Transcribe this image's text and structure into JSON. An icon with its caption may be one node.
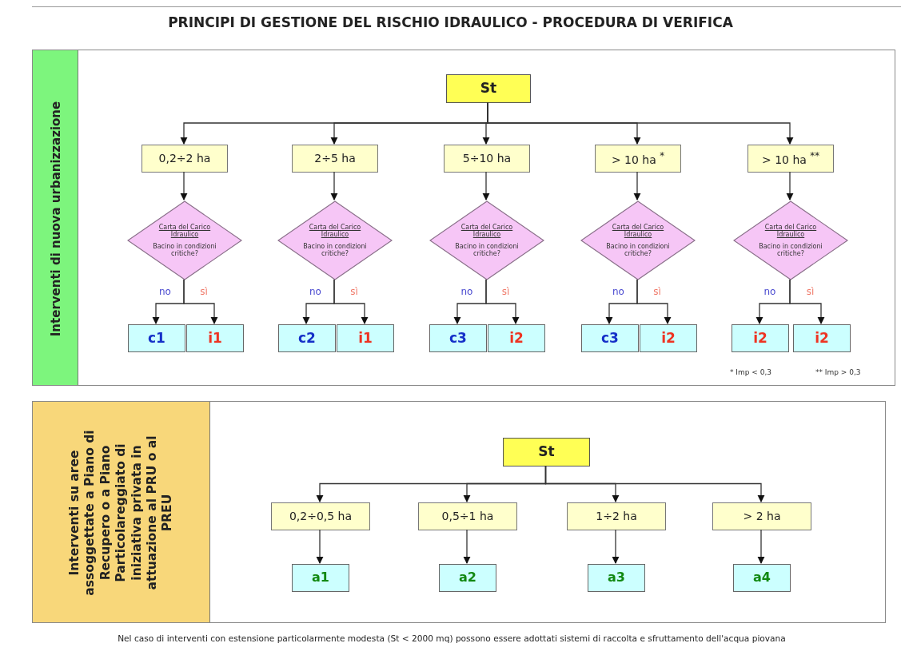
{
  "diagram": {
    "title": "PRINCIPI DI GESTIONE DEL RISCHIO IDRAULICO - PROCEDURA DI VERIFICA",
    "caption": "Nel caso di interventi con estensione particolarmente modesta (St < 2000 mq) possono essere adottati sistemi di raccolta e sfruttamento dell'acqua piovana",
    "nodes": [
      {
        "text": [
          "Interventi di nuova urbanizzazione"
        ]
      },
      {
        "text": [
          "St"
        ],
        "in": 0
      },
      {
        "text": [
          "0,2÷2 ha"
        ],
        "in": 0
      },
      {
        "text": [
          "2÷5 ha"
        ],
        "in": 0
      },
      {
        "text": [
          "5÷10 ha"
        ],
        "in": 0
      },
      {
        "text": [
          "> 10 ha $^{*}$"
        ],
        "in": 0
      },
      {
        "text": [
          "> 10 ha $^{**}$"
        ],
        "in": 0
      },
      {
        "text": [
          "Carta del Carico Idraulico",
          "Bacino in condizioni critiche?"
        ],
        "in": 0
      },
      {
        "text": [
          "Carta del Carico Idraulico",
          "Bacino in condizioni critiche?"
        ],
        "in": 0
      },
      {
        "text": [
          "Carta del Carico Idraulico",
          "Bacino in condizioni critiche?"
        ],
        "in": 0
      },
      {
        "text": [
          "Carta del Carico Idraulico",
          "Bacino in condizioni critiche?"
        ],
        "in": 0
      },
      {
        "text": [
          "Carta del Carico Idraulico",
          "Bacino in condizioni critiche?"
        ],
        "in": 0
      },
      {
        "text": [
          "c1"
        ],
        "in": 0
      },
      {
        "text": [
          "i1"
        ],
        "in": 0
      },
      {
        "text": [
          "c2"
        ],
        "in": 0
      },
      {
        "text": [
          "i1"
        ],
        "in": 0
      },
      {
        "text": [
          "c3"
        ],
        "in": 0
      },
      {
        "text": [
          "i2"
        ],
        "in": 0
      },
      {
        "text": [
          "c3"
        ],
        "in": 0
      },
      {
        "text": [
          "i2"
        ],
        "in": 0
      },
      {
        "text": [
          "i2"
        ],
        "in": 0
      },
      {
        "text": [
          "i2"
        ],
        "in": 0
      },
      {
        "text": [
          "Interventi su aree assoggettate a Piano di Recupero o a Piano Particolareggiato di iniziativa privata in attuazione al PRU o al PREU"
        ]
      },
      {
        "text": [
          "St"
        ],
        "in": 22
      },
      {
        "text": [
          "0,2÷0,5 ha"
        ],
        "in": 22
      },
      {
        "text": [
          "0,5÷1 ha"
        ],
        "in": 22
      },
      {
        "text": [
          "1÷2 ha"
        ],
        "in": 22
      },
      {
        "text": [
          "> 2 ha"
        ],
        "in": 22
      },
      {
        "text": [
          "a1"
        ],
        "in": 22
      },
      {
        "text": [
          "a2"
        ],
        "in": 22
      },
      {
        "text": [
          "a3"
        ],
        "in": 22
      },
      {
        "text": [
          "a4"
        ],
        "in": 22
      }
    ],
    "edges": [
      {
        "from": 1,
        "to": 2,
        "arrow": "to"
      },
      {
        "from": 1,
        "to": 3,
        "arrow": "to"
      },
      {
        "from": 1,
        "to": 4,
        "arrow": "to"
      },
      {
        "from": 1,
        "to": 5,
        "arrow": "to"
      },
      {
        "from": 1,
        "to": 6,
        "arrow": "to"
      },
      {
        "from": 2,
        "to": 7,
        "arrow": "to"
      },
      {
        "from": 3,
        "to": 8,
        "arrow": "to"
      },
      {
        "from": 4,
        "to": 9,
        "arrow": "to"
      },
      {
        "from": 5,
        "to": 10,
        "arrow": "to"
      },
      {
        "from": 6,
        "to": 11,
        "arrow": "to"
      },
      {
        "from": 7,
        "to": 12,
        "arrow": "to",
        "label": "no"
      },
      {
        "from": 7,
        "to": 13,
        "arrow": "to",
        "label": "sì"
      },
      {
        "from": 8,
        "to": 14,
        "arrow": "to",
        "label": "no"
      },
      {
        "from": 8,
        "to": 15,
        "arrow": "to",
        "label": "sì"
      },
      {
        "from": 9,
        "to": 16,
        "arrow": "to",
        "label": "no"
      },
      {
        "from": 9,
        "to": 17,
        "arrow": "to",
        "label": "sì"
      },
      {
        "from": 10,
        "to": 18,
        "arrow": "to",
        "label": "no"
      },
      {
        "from": 10,
        "to": 19,
        "arrow": "to",
        "label": "sì"
      },
      {
        "from": 11,
        "to": 20,
        "arrow": "to",
        "label": "no"
      },
      {
        "from": 11,
        "to": 21,
        "arrow": "to",
        "label": "sì"
      },
      {
        "from": 23,
        "to": 24,
        "arrow": "to"
      },
      {
        "from": 23,
        "to": 25,
        "arrow": "to"
      },
      {
        "from": 23,
        "to": 26,
        "arrow": "to"
      },
      {
        "from": 23,
        "to": 27,
        "arrow": "to"
      },
      {
        "from": 24,
        "to": 28,
        "arrow": "to"
      },
      {
        "from": 25,
        "to": 29,
        "arrow": "to"
      },
      {
        "from": 26,
        "to": 30,
        "arrow": "to"
      },
      {
        "from": 27,
        "to": 31,
        "arrow": "to"
      }
    ],
    "labels": [
      "* Imp < 0,3",
      "** Imp > 0,3"
    ]
  }
}
